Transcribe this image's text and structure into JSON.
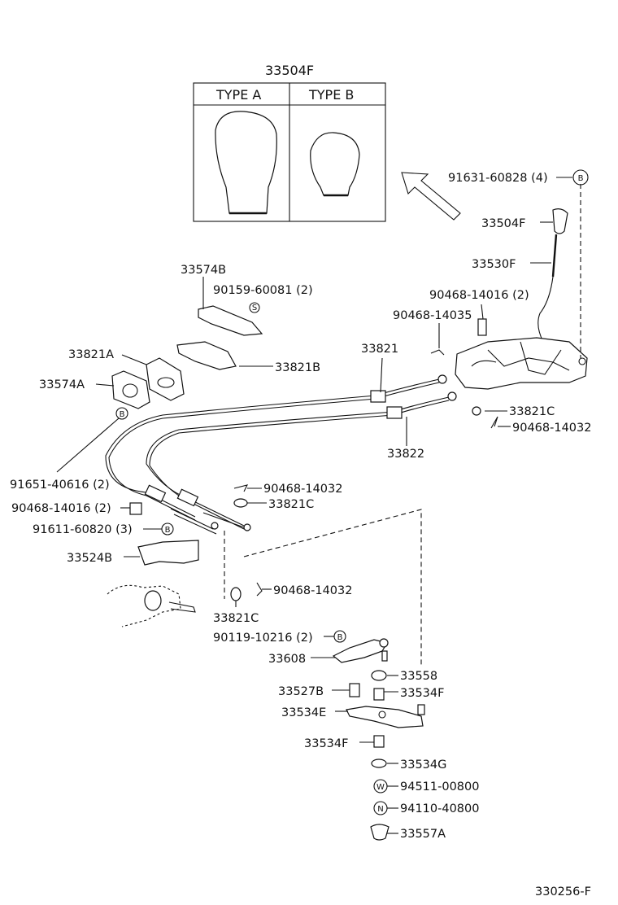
{
  "diagram": {
    "knob_ref_label": "33504F",
    "type_a_label": "TYPE  A",
    "type_b_label": "TYPE  B",
    "figure_id": "330256-F",
    "circle_b": "B",
    "circle_s": "S",
    "circle_w": "W",
    "circle_n": "N",
    "labels": {
      "p91631_60828": "91631-60828 (4)",
      "p33504F": "33504F",
      "p33530F": "33530F",
      "p90468_14016_2_top": "90468-14016 (2)",
      "p90468_14035": "90468-14035",
      "p33574B": "33574B",
      "p90159_60081": "90159-60081 (2)",
      "p33821A": "33821A",
      "p33821B": "33821B",
      "p33574A": "33574A",
      "p33821": "33821",
      "p33821C_right": "33821C",
      "p90468_14032_right": "90468-14032",
      "p33822": "33822",
      "p91651_40616": "91651-40616 (2)",
      "p90468_14032_mid": "90468-14032",
      "p90468_14016_2_left": "90468-14016 (2)",
      "p33821C_mid": "33821C",
      "p91611_60820": "91611-60820 (3)",
      "p33524B": "33524B",
      "p90468_14032_low": "90468-14032",
      "p33821C_low": "33821C",
      "p90119_10216": "90119-10216 (2)",
      "p33608": "33608",
      "p33558": "33558",
      "p33527B": "33527B",
      "p33534F_a": "33534F",
      "p33534E": "33534E",
      "p33534F_b": "33534F",
      "p33534G": "33534G",
      "p94511_00800": "94511-00800",
      "p94110_40800": "94110-40800",
      "p33557A": "33557A"
    }
  }
}
